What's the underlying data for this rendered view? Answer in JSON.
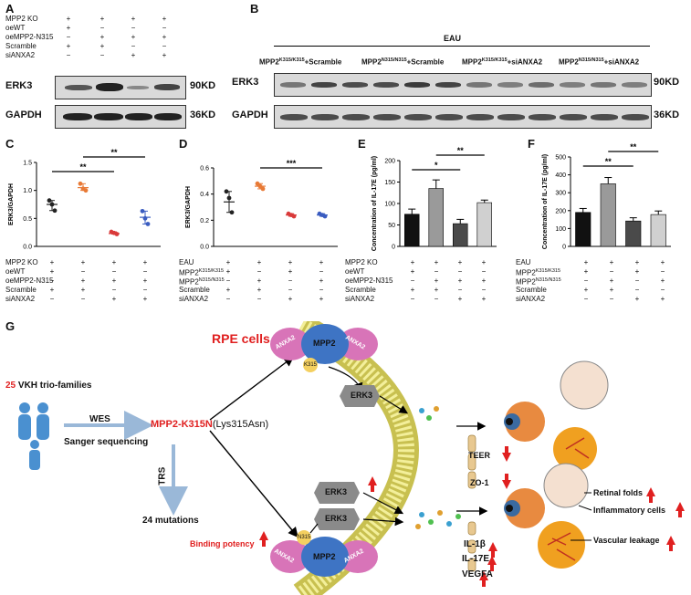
{
  "panels": {
    "A": "A",
    "B": "B",
    "C": "C",
    "D": "D",
    "E": "E",
    "F": "F",
    "G": "G"
  },
  "panelA": {
    "rows": [
      "MPP2 KO",
      "oeWT",
      "oeMPP2-N315",
      "Scramble",
      "siANXA2"
    ],
    "signs": [
      [
        "+",
        "+",
        "+",
        "+"
      ],
      [
        "+",
        "−",
        "−",
        "−"
      ],
      [
        "−",
        "+",
        "+",
        "+"
      ],
      [
        "+",
        "+",
        "−",
        "−"
      ],
      [
        "−",
        "−",
        "+",
        "+"
      ]
    ],
    "blots": [
      {
        "name": "ERK3",
        "kd": "90KD"
      },
      {
        "name": "GAPDH",
        "kd": "36KD"
      }
    ]
  },
  "panelB": {
    "header": "EAU",
    "groups": [
      {
        "base": "MPP2",
        "sup": "K315/K315",
        "tail": "+Scramble"
      },
      {
        "base": "MPP2",
        "sup": "N315/N315",
        "tail": "+Scramble"
      },
      {
        "base": "MPP2",
        "sup": "K315/K315",
        "tail": "+siANXA2"
      },
      {
        "base": "MPP2",
        "sup": "N315/N315",
        "tail": "+siANXA2"
      }
    ],
    "blots": [
      {
        "name": "ERK3",
        "kd": "90KD"
      },
      {
        "name": "GAPDH",
        "kd": "36KD"
      }
    ]
  },
  "panelC": {
    "ylabel": "ERK3/GAPDH",
    "sig": [
      "**",
      "**"
    ],
    "rows": [
      "MPP2 KO",
      "oeWT",
      "oeMPP2-N315",
      "Scramble",
      "siANXA2"
    ],
    "signs": [
      [
        "+",
        "+",
        "+",
        "+"
      ],
      [
        "+",
        "−",
        "−",
        "−"
      ],
      [
        "−",
        "+",
        "+",
        "+"
      ],
      [
        "+",
        "+",
        "−",
        "−"
      ],
      [
        "−",
        "−",
        "+",
        "+"
      ]
    ]
  },
  "panelD": {
    "ylabel": "ERK3/GAPDH",
    "sig": [
      "***"
    ],
    "rows": [
      "EAU",
      "MPP2",
      "MPP2",
      "Scramble",
      "siANXA2"
    ],
    "sups": [
      "",
      "K315/K315",
      "N315/N315",
      "",
      ""
    ],
    "signs": [
      [
        "+",
        "+",
        "+",
        "+"
      ],
      [
        "+",
        "−",
        "+",
        "−"
      ],
      [
        "−",
        "+",
        "−",
        "+"
      ],
      [
        "+",
        "+",
        "−",
        "−"
      ],
      [
        "−",
        "−",
        "+",
        "+"
      ]
    ]
  },
  "panelE": {
    "ylabel1": "Concentration of IL-17E",
    "ylabel2": "(pg/ml)",
    "sig": [
      "*",
      "**"
    ],
    "rows": [
      "MPP2 KO",
      "oeWT",
      "oeMPP2-N315",
      "Scramble",
      "siANXA2"
    ],
    "signs": [
      [
        "+",
        "+",
        "+",
        "+"
      ],
      [
        "+",
        "−",
        "−",
        "−"
      ],
      [
        "−",
        "+",
        "+",
        "+"
      ],
      [
        "+",
        "+",
        "−",
        "−"
      ],
      [
        "−",
        "−",
        "+",
        "+"
      ]
    ]
  },
  "panelF": {
    "ylabel1": "Concentration of IL-17E",
    "ylabel2": "(pg/ml)",
    "sig": [
      "**",
      "**"
    ],
    "rows": [
      "EAU",
      "MPP2",
      "MPP2",
      "Scramble",
      "siANXA2"
    ],
    "sups": [
      "",
      "K315/K315",
      "N315/N315",
      "",
      ""
    ],
    "signs": [
      [
        "+",
        "+",
        "+",
        "+"
      ],
      [
        "+",
        "−",
        "+",
        "−"
      ],
      [
        "−",
        "+",
        "−",
        "+"
      ],
      [
        "+",
        "+",
        "−",
        "−"
      ],
      [
        "−",
        "−",
        "+",
        "+"
      ]
    ]
  },
  "chart_data": [
    {
      "panel": "C",
      "type": "scatter",
      "ylabel": "ERK3/GAPDH",
      "ylim": [
        0,
        1.5
      ],
      "yticks": [
        "0.0",
        "0.5",
        "1.0",
        "1.5"
      ],
      "series": [
        {
          "values": [
            0.75,
            1.05,
            0.23,
            0.52
          ]
        }
      ],
      "groups": [
        [
          0.82,
          0.75,
          0.64
        ],
        [
          1.12,
          1.03,
          1.0
        ],
        [
          0.26,
          0.24,
          0.22
        ],
        [
          0.63,
          0.5,
          0.4
        ]
      ],
      "colors": [
        "#222222",
        "#e87a36",
        "#d93a3a",
        "#3a5cc0"
      ]
    },
    {
      "panel": "D",
      "type": "scatter",
      "ylabel": "ERK3/GAPDH",
      "ylim": [
        0,
        0.6
      ],
      "yticks": [
        "0.0",
        "0.2",
        "0.4",
        "0.6"
      ],
      "series": [
        {
          "values": [
            0.34,
            0.46,
            0.24,
            0.24
          ]
        }
      ],
      "groups": [
        [
          0.42,
          0.37,
          0.26
        ],
        [
          0.48,
          0.46,
          0.44
        ],
        [
          0.25,
          0.24,
          0.23
        ],
        [
          0.25,
          0.24,
          0.23
        ]
      ],
      "colors": [
        "#222222",
        "#e87a36",
        "#d93a3a",
        "#3a5cc0"
      ]
    },
    {
      "panel": "E",
      "type": "bar",
      "ylabel": "Concentration of IL-17E (pg/ml)",
      "ylim": [
        0,
        200
      ],
      "yticks": [
        "0",
        "50",
        "100",
        "150",
        "200"
      ],
      "series": [
        {
          "values": [
            75,
            135,
            53,
            102
          ],
          "errors": [
            12,
            20,
            10,
            6
          ]
        }
      ],
      "colors": [
        "#111111",
        "#9a9a9a",
        "#4a4a4a",
        "#d0d0d0"
      ]
    },
    {
      "panel": "F",
      "type": "bar",
      "ylabel": "Concentration of IL-17E (pg/ml)",
      "ylim": [
        0,
        500
      ],
      "yticks": [
        "0",
        "100",
        "200",
        "300",
        "400",
        "500"
      ],
      "series": [
        {
          "values": [
            190,
            350,
            142,
            178
          ],
          "errors": [
            22,
            35,
            18,
            20
          ]
        }
      ],
      "colors": [
        "#111111",
        "#9a9a9a",
        "#4a4a4a",
        "#d0d0d0"
      ]
    }
  ],
  "panelG": {
    "rpe": "RPE cells",
    "families_count": "25",
    "families_text": " VKH trio-families",
    "wes": "WES",
    "sanger": "Sanger sequencing",
    "mutation_red": "MPP2-K315N",
    "mutation_black": "(Lys315Asn)",
    "trs": "TRS",
    "mutations": "24 mutations",
    "binding": "Binding potency",
    "anxa2": "ANXA2",
    "mpp2": "MPP2",
    "k315": "K315",
    "n315": "N315",
    "erk3": "ERK3",
    "teer": "TEER",
    "zo1": "ZO-1",
    "il1b": "IL-1β",
    "il17e": "IL-17E",
    "vegfa": "VEGFA",
    "retinal": "Retinal folds",
    "inflam": "Inflammatory cells",
    "vascular": "Vascular leakage",
    "colors": {
      "red": "#e02020",
      "anxa2": "#d874b8",
      "mpp2": "#3e74c4",
      "erk3": "#8a8a8a",
      "cell": "#e8e060"
    }
  }
}
